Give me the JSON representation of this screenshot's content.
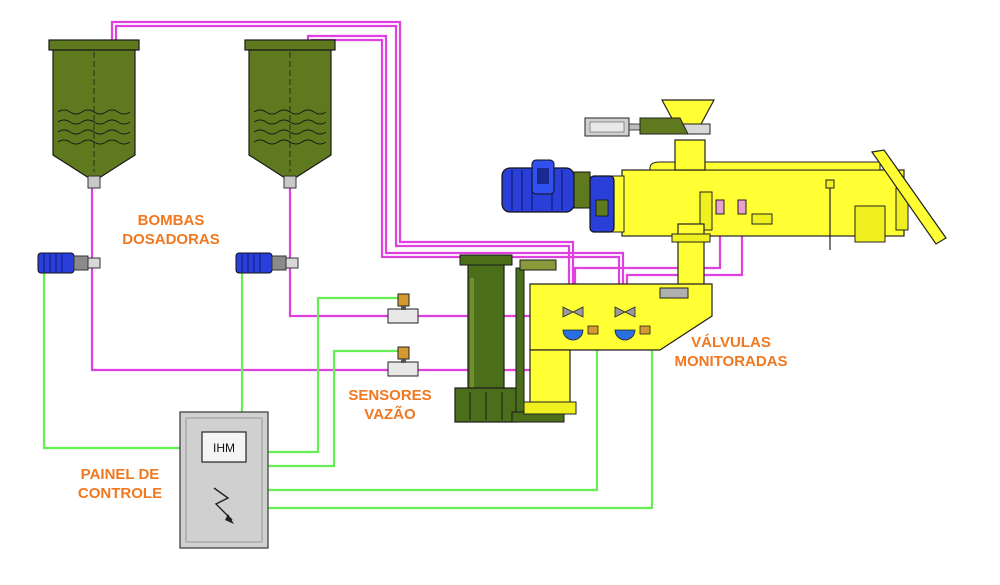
{
  "colors": {
    "label": "#f07820",
    "pink_line": "#e040e0",
    "green_line": "#66ee55",
    "tank": "#5f7a1e",
    "motor": "#2a3fd8",
    "machine": "#ffff33",
    "stand": "#4a6e1a",
    "panel": "#d0d0d0"
  },
  "labels": {
    "bombas_1": "BOMBAS",
    "bombas_2": "DOSADORAS",
    "sensores_1": "SENSORES",
    "sensores_2": "VAZÃO",
    "valvulas_1": "VÁLVULAS",
    "valvulas_2": "MONITORADAS",
    "painel_1": "PAINEL DE",
    "painel_2": "CONTROLE",
    "ihm": "IHM"
  }
}
